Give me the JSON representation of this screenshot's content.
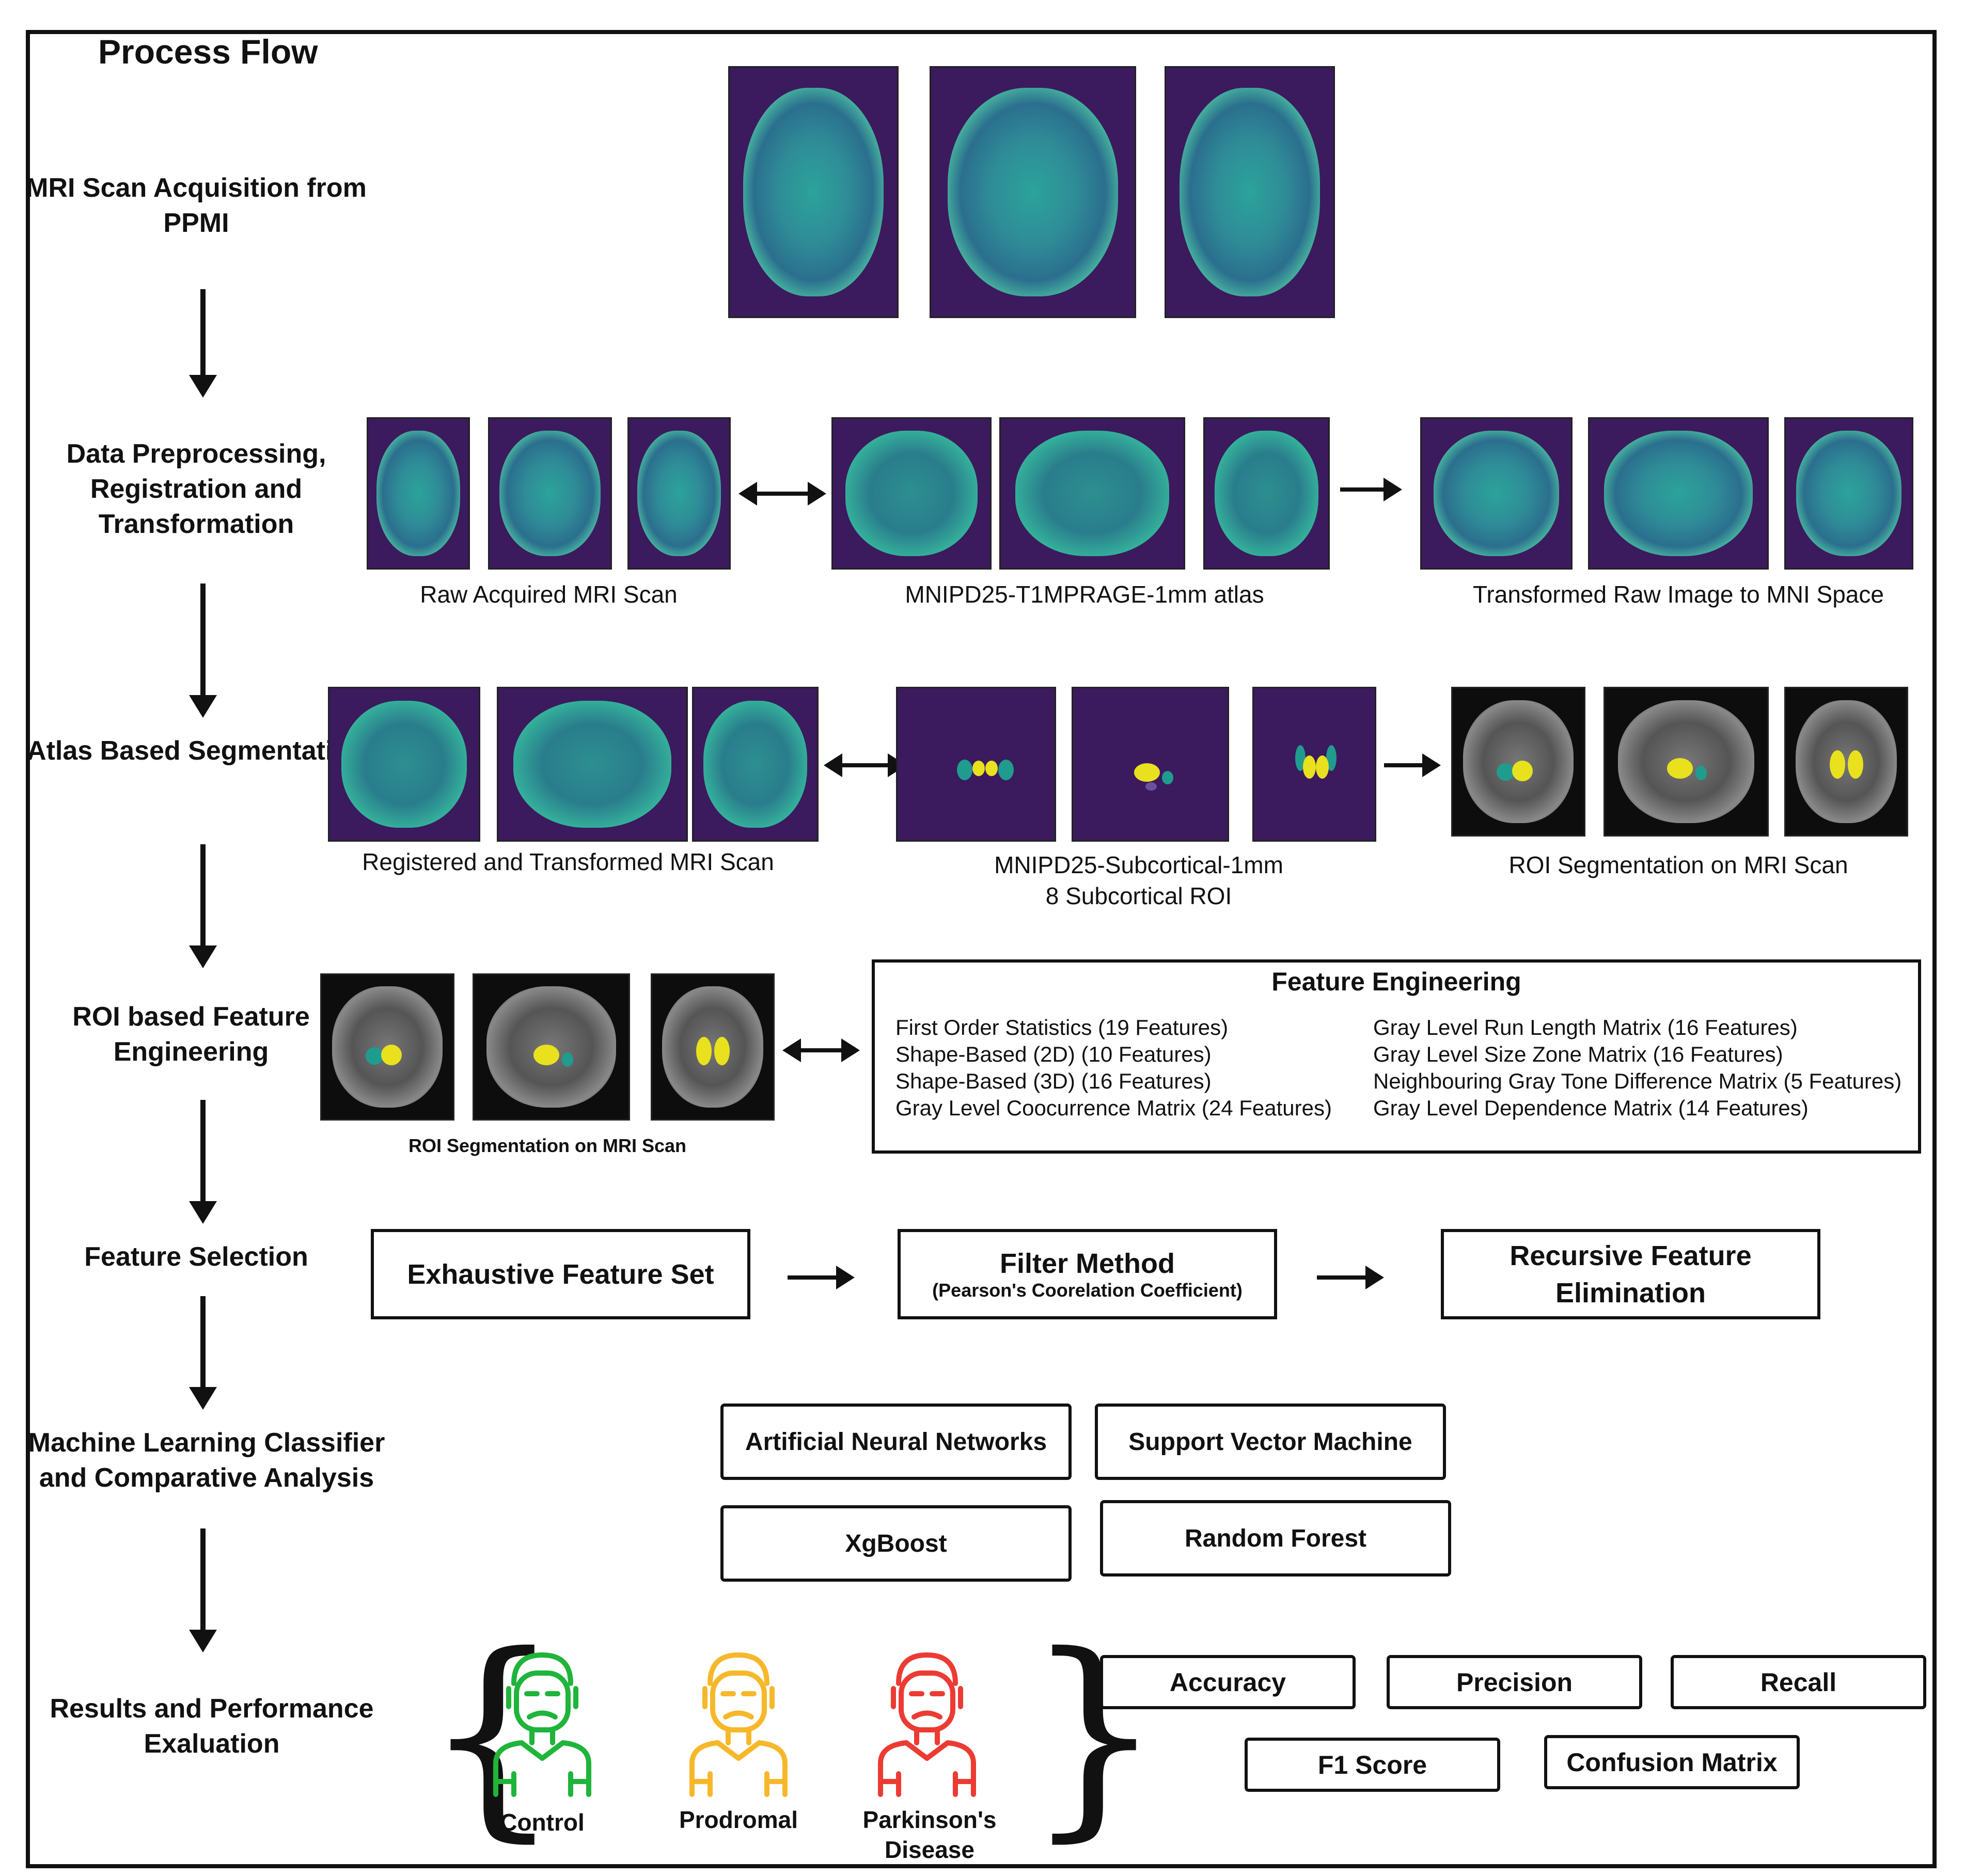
{
  "title": "Process Flow",
  "stages": {
    "s1": "MRI Scan Acquisition from PPMI",
    "s2": "Data Preprocessing, Registration and Transformation",
    "s3": "Atlas Based Segmentation",
    "s4": "ROI based Feature Engineering",
    "s5": "Feature Selection",
    "s6": "Machine Learning Classifier and Comparative Analysis",
    "s7": "Results and Performance Exaluation"
  },
  "captions": {
    "raw": "Raw Acquired MRI Scan",
    "atlas": "MNIPD25-T1MPRAGE-1mm atlas",
    "transformed": "Transformed Raw Image to MNI Space",
    "registered": "Registered and Transformed MRI Scan",
    "subcortical_1": "MNIPD25-Subcortical-1mm",
    "subcortical_2": "8 Subcortical ROI",
    "roi_seg": "ROI Segmentation on MRI Scan",
    "roi_seg_small": "ROI Segmentation on MRI Scan"
  },
  "feature_engineering": {
    "title": "Feature Engineering",
    "left": [
      "First Order Statistics (19 Features)",
      "Shape-Based (2D) (10 Features)",
      "Shape-Based (3D) (16 Features)",
      "Gray Level Coocurrence Matrix (24 Features)"
    ],
    "right": [
      "Gray Level Run Length Matrix (16 Features)",
      "Gray Level Size Zone Matrix (16 Features)",
      "Neighbouring Gray Tone Difference Matrix (5 Features)",
      "Gray Level Dependence Matrix (14 Features)"
    ]
  },
  "feature_selection": {
    "exhaustive": "Exhaustive Feature Set",
    "filter": "Filter Method",
    "filter_sub": "(Pearson's Coorelation Coefficient)",
    "rfe": "Recursive Feature Elimination"
  },
  "classifiers": {
    "ann": "Artificial Neural Networks",
    "svm": "Support Vector Machine",
    "xgb": "XgBoost",
    "rf": "Random Forest"
  },
  "classes": {
    "control": "Control",
    "prodromal": "Prodromal",
    "pd": "Parkinson's Disease"
  },
  "class_colors": {
    "control": "#1fb43a",
    "prodromal": "#f6b82a",
    "pd": "#ec3b33"
  },
  "metrics": {
    "accuracy": "Accuracy",
    "precision": "Precision",
    "recall": "Recall",
    "f1": "F1 Score",
    "confusion": "Confusion Matrix"
  },
  "roi_colors": {
    "yellow": "#e9e11e",
    "teal": "#1f9c8e",
    "purple": "#6c4fa0"
  }
}
